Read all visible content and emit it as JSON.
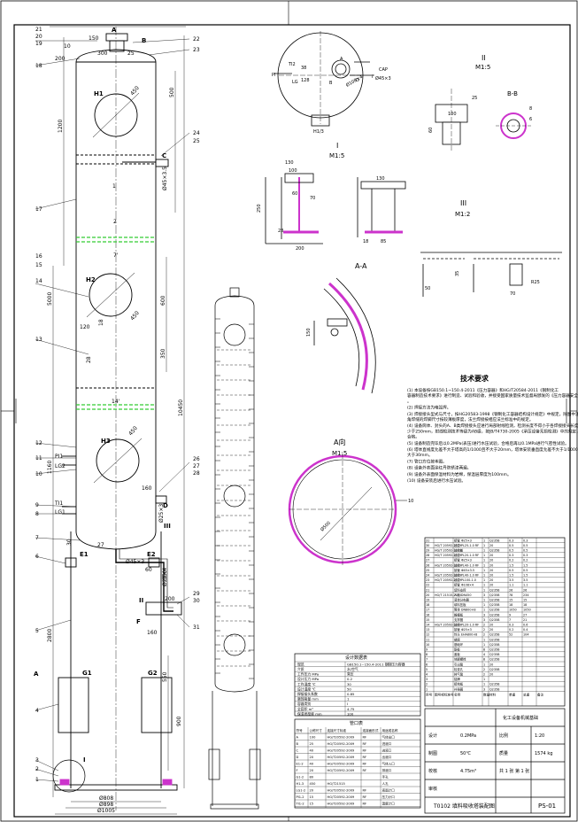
{
  "colors": {
    "line": "#000000",
    "weld": "#cc33cc",
    "centerline": "#000000",
    "trays": "#33cc33",
    "nozzle": "#3333cc"
  },
  "main": {
    "corner_labels": [
      "21",
      "20",
      "19",
      "18"
    ],
    "top_dims": {
      "d150": "150",
      "d300": "300",
      "d25": "25",
      "d200": "200",
      "d10": "10"
    },
    "right_tags_top": [
      "22",
      "23"
    ],
    "right_tags_mid": [
      "24",
      "25"
    ],
    "left_tags": [
      "17",
      "16",
      "15",
      "14",
      "13",
      "12",
      "11",
      "10",
      "9",
      "8",
      "7",
      "6",
      "5",
      "4",
      "3",
      "2",
      "1"
    ],
    "manholes": [
      "H1",
      "H2",
      "H3"
    ],
    "manhole_dims": [
      "450",
      "450",
      "450"
    ],
    "dims_left": {
      "d1200": "1200",
      "d5000": "5000",
      "d1160": "1160",
      "d2800": "2800"
    },
    "dims_right": {
      "d500a": "500",
      "d600": "600",
      "d350": "350",
      "d10450": "10450",
      "d550": "550",
      "d900": "900",
      "d350b": "350"
    },
    "tray_numbers": [
      "2",
      "7'",
      "14'"
    ],
    "misc_small": {
      "d120": "120",
      "d18": "18",
      "d28": "28",
      "d30": "30",
      "d27": "27",
      "d1": "1"
    },
    "instruments": [
      "PI1",
      "LG2",
      "TI1",
      "LG1"
    ],
    "nozzles": [
      "A",
      "B",
      "C",
      "D",
      "E1",
      "E2",
      "F",
      "G1",
      "G2"
    ],
    "nozzle_texts": {
      "c_size": "Ø45×3.5",
      "d_size": "Ø25×3",
      "e_size": "Ø45×3",
      "f_size": "Ø25×4",
      "e2_dims": "60",
      "e2_d": "160",
      "f_dims": "200",
      "f_d2": "160"
    },
    "right_tags_low": [
      "26",
      "27",
      "28",
      "29",
      "30",
      "31"
    ],
    "bottom_dims": {
      "d808": "Ø808",
      "d898": "Ø898",
      "d1005": "Ø1005"
    },
    "section_marks": {
      "A": "A",
      "I": "I",
      "II": "II",
      "III": "III"
    }
  },
  "detail_top_view": {
    "labels": {
      "ti2": "TI2",
      "pi": "PI",
      "lg": "LG",
      "b": "B",
      "a": "A",
      "c": "CAP",
      "f": "F",
      "d": "D",
      "h": "H1/3"
    },
    "dims": {
      "d38": "38",
      "d128": "128",
      "d108": "Ø108×4",
      "d45": "Ø45×3"
    }
  },
  "detail_I": {
    "title": "I",
    "scale": "M1:5",
    "dims": [
      "130",
      "100",
      "250",
      "60",
      "28",
      "70",
      "200"
    ]
  },
  "detail_II": {
    "title": "II",
    "scale": "M1:5",
    "dims": [
      "100",
      "25",
      "60"
    ]
  },
  "detail_BB": {
    "title": "B-B",
    "dims": [
      "8",
      "6"
    ]
  },
  "detail_III": {
    "title": "III",
    "scale": "M1:2",
    "dims": [
      "130",
      "18",
      "85"
    ]
  },
  "detail_weld": {
    "dims": [
      "70",
      "R25",
      "35",
      "50"
    ]
  },
  "detail_AA": {
    "title": "A-A",
    "dims": [
      "150"
    ]
  },
  "detail_Adir": {
    "title": "A向",
    "scale": "M1:5",
    "dims": [
      "Ø500",
      "10"
    ]
  },
  "tech_req": {
    "title": "技术要求",
    "items": [
      "(1) 本设备按GB150.1~150.4-2011《压力容器》和HG/T20584-2011《钢制化工容器制造技术要求》进行制造、试验和验收，并接受国家质量技术监督局颁发的《压力容器安全技术监察规程》的监督。",
      "(2) 焊接方法为电弧焊。",
      "(3) 焊接接头型式与尺寸，按HG20583-1998《钢制化工容器结构设计规定》中规定，除图中注明外，角焊缝的焊脚尺寸按较薄板厚度，法兰焊接按相应法兰标准中的规定。",
      "(4) 设备筒体、封头的A、B类焊接接头应进行局部射线检测，检测长度不得小于各焊接接头长度的20%，且不少于250mm，射线检测技术等级为AB级，按JB/T4730-2005《承压设备无损检测》中的规定，Ⅲ级合格。",
      "(5) 设备制造完毕后以0.2MPa(表压)进行水压试验，合格后再以0.1MPa进行气密性试验。",
      "(6) 塔体直线度允差不大于塔高的1/1000且不大于20mm，塔体安装垂直度允差不大于1/1000且不大于30mm。",
      "(7) 管口方位按本图。",
      "(8) 设备外表面涂红丹防锈漆两遍。",
      "(9) 设备外表面保温材料为岩棉，保温层厚度为100mm。",
      "(10) 设备安装后进行水压试验。"
    ]
  },
  "design_table": {
    "title": "设计数据表",
    "rows": [
      [
        "规范",
        "GB150.1~150.4-2011 钢制压力容器",
        "",
        ""
      ],
      [
        "介质",
        "水/空气",
        "",
        ""
      ],
      [
        "工作压力 MPa",
        "常压",
        "",
        ""
      ],
      [
        "设计压力 MPa",
        "0.2",
        "",
        ""
      ],
      [
        "工作温度 ℃",
        "30",
        "",
        ""
      ],
      [
        "设计温度 ℃",
        "50",
        "",
        ""
      ],
      [
        "焊接接头系数",
        "0.85",
        "",
        ""
      ],
      [
        "腐蚀裕量 mm",
        "1",
        "",
        ""
      ],
      [
        "容器类别",
        "I",
        "",
        ""
      ],
      [
        "全容积 m³",
        "4.75",
        "",
        ""
      ],
      [
        "保温层厚度 mm",
        "100",
        "",
        ""
      ]
    ]
  },
  "nozzle_table": {
    "title": "管口表",
    "headers": [
      "符号",
      "公称尺寸",
      "连接尺寸标准",
      "连接面形式",
      "用途或名称"
    ],
    "rows": [
      [
        "A",
        "100",
        "HG/T20592-2009",
        "RF",
        "气体出口"
      ],
      [
        "B",
        "25",
        "HG/T20592-2009",
        "RF",
        "进液口"
      ],
      [
        "C",
        "40",
        "HG/T20592-2009",
        "RF",
        "进液口"
      ],
      [
        "D",
        "20",
        "HG/T20592-2009",
        "RF",
        "出液口"
      ],
      [
        "E1-2",
        "40",
        "HG/T20592-2009",
        "RF",
        "气体入口"
      ],
      [
        "F",
        "20",
        "HG/T20592-2009",
        "RF",
        "排液口"
      ],
      [
        "G1-2",
        "80",
        "",
        "",
        "手孔"
      ],
      [
        "H1-3",
        "450",
        "HG/T21515",
        "",
        "人孔"
      ],
      [
        "LG1-2",
        "20",
        "HG/T20592-2009",
        "RF",
        "液面计口"
      ],
      [
        "PI1-2",
        "15",
        "HG/T20592-2009",
        "RF",
        "压力计口"
      ],
      [
        "TI1-2",
        "15",
        "HG/T20592-2009",
        "RF",
        "温度计口"
      ]
    ]
  },
  "parts_list": {
    "headers": [
      "序号",
      "图号或标准号",
      "名称",
      "数量",
      "材料",
      "单重",
      "总重",
      "备注"
    ],
    "rows": [
      [
        "31",
        "",
        "接管 Φ25×3",
        "1",
        "Q235B",
        "0.3",
        "0.3",
        ""
      ],
      [
        "30",
        "HG/T 20592-2009",
        "法兰 PL25-1.0 RF",
        "1",
        "20",
        "0.5",
        "0.5",
        ""
      ],
      [
        "29",
        "HG/T 20592-2009",
        "法兰盖",
        "1",
        "Q235B",
        "0.5",
        "0.5",
        ""
      ],
      [
        "28",
        "HG/T 20592-2009",
        "法兰 PL20-1.0 RF",
        "1",
        "20",
        "0.3",
        "0.3",
        ""
      ],
      [
        "27",
        "",
        "接管 Φ25×3",
        "1",
        "20",
        "0.2",
        "0.2",
        ""
      ],
      [
        "26",
        "HG/T 20592-2009",
        "法兰 PL40-1.0 RF",
        "1",
        "20",
        "1.5",
        "1.5",
        ""
      ],
      [
        "25",
        "",
        "接管 Φ45×3.5",
        "1",
        "20",
        "0.5",
        "0.5",
        ""
      ],
      [
        "24",
        "HG/T 20592-2009",
        "法兰 PL40-1.0 RF",
        "1",
        "20",
        "1.5",
        "1.5",
        ""
      ],
      [
        "23",
        "HG/T 20592-2009",
        "法兰 PL100-1.0",
        "1",
        "20",
        "3.5",
        "3.5",
        ""
      ],
      [
        "22",
        "",
        "接管 Φ108×4",
        "1",
        "20",
        "1.1",
        "1.1",
        ""
      ],
      [
        "21",
        "",
        "填料支撑",
        "1",
        "Q235B",
        "26",
        "26",
        ""
      ],
      [
        "20",
        "HG/T 21515-2005",
        "人孔 DN450",
        "3",
        "Q235B",
        "78",
        "234",
        ""
      ],
      [
        "19",
        "",
        "液体分布器",
        "1",
        "Q235B",
        "15",
        "15",
        ""
      ],
      [
        "18",
        "",
        "填料压板",
        "1",
        "Q235B",
        "18",
        "18",
        ""
      ],
      [
        "17",
        "",
        "筒体 DN800×8",
        "1",
        "Q235B",
        "1050",
        "1050",
        ""
      ],
      [
        "16",
        "",
        "格栅板",
        "3",
        "Q235B",
        "9",
        "27",
        ""
      ],
      [
        "15",
        "",
        "支撑圈",
        "3",
        "Q235B",
        "7",
        "21",
        ""
      ],
      [
        "14",
        "HG/T 20592-2009",
        "法兰 PL20-1.0 RF",
        "2",
        "20",
        "0.3",
        "0.6",
        ""
      ],
      [
        "13",
        "",
        "接管 Φ25×3",
        "2",
        "20",
        "0.2",
        "0.4",
        ""
      ],
      [
        "12",
        "",
        "封头 EHA800×8",
        "2",
        "Q235B",
        "52",
        "104",
        ""
      ],
      [
        "11",
        "",
        "裙座",
        "1",
        "Q235B",
        "",
        "",
        ""
      ],
      [
        "10",
        "",
        "基础环",
        "1",
        "Q235B",
        "",
        "",
        ""
      ],
      [
        "9",
        "",
        "筋板",
        "8",
        "Q235B",
        "",
        "",
        ""
      ],
      [
        "8",
        "",
        "盖板",
        "4",
        "Q235B",
        "",
        "",
        ""
      ],
      [
        "7",
        "",
        "地脚螺栓",
        "8",
        "Q235B",
        "",
        "",
        ""
      ],
      [
        "6",
        "",
        "引出管",
        "1",
        "20",
        "",
        "",
        ""
      ],
      [
        "5",
        "",
        "检查孔",
        "2",
        "Q235B",
        "",
        "",
        ""
      ],
      [
        "4",
        "",
        "排气管",
        "2",
        "20",
        "",
        "",
        ""
      ],
      [
        "3",
        "",
        "铭牌",
        "1",
        "",
        "",
        "",
        ""
      ],
      [
        "2",
        "",
        "接地板",
        "1",
        "Q235B",
        "",
        "",
        ""
      ],
      [
        "1",
        "",
        "补强圈",
        "3",
        "Q235B",
        "",
        "",
        ""
      ]
    ]
  },
  "title_block": {
    "company": "化工设备机械基础",
    "drawing_name": "T0102 填料吸收塔装配图",
    "drawing_no": "PS-01",
    "scale_label": "比例",
    "scale": "1:20",
    "weight_label": "质量",
    "weight": "1574 kg",
    "sheet": "共 1 张 第 1 张",
    "roles": [
      "设计",
      "制图",
      "校核",
      "审核"
    ],
    "pressure": "0.2MPa",
    "temp": "50℃",
    "volume": "4.75m³"
  }
}
